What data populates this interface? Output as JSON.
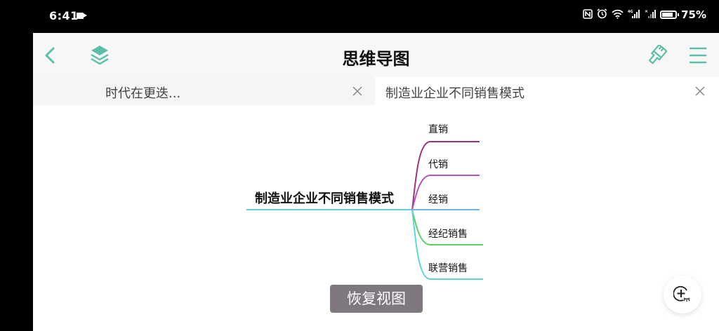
{
  "status_bar": {
    "time": "6:41",
    "battery_percent": "75%",
    "icons": [
      "screen-record-icon",
      "nfc-icon",
      "alarm-icon",
      "wifi-icon",
      "signal-4g-icon",
      "signal-no-sim-icon",
      "battery-icon"
    ]
  },
  "header": {
    "title": "思维导图",
    "back_icon": "chevron-left-icon",
    "layers_icon": "layers-icon",
    "brush_icon": "paint-brush-icon",
    "menu_icon": "hamburger-menu-icon",
    "accent_color": "#5cc0a8"
  },
  "tabs": [
    {
      "label": "时代在更迭...",
      "active": false
    },
    {
      "label": "制造业企业不同销售模式",
      "active": true
    }
  ],
  "mindmap": {
    "root": {
      "label": "制造业企业不同销售模式",
      "color": "#5fd0d8"
    },
    "children": [
      {
        "label": "直销",
        "color": "#a0307a"
      },
      {
        "label": "代销",
        "color": "#b055c8"
      },
      {
        "label": "经销",
        "color": "#6fb6e8"
      },
      {
        "label": "经纪销售",
        "color": "#5ccf6a"
      },
      {
        "label": "联营销售",
        "color": "#5fd6d6"
      }
    ]
  },
  "restore_button": {
    "label": "恢复视图"
  },
  "fab": {
    "icon": "zoom-in-gesture-icon"
  }
}
